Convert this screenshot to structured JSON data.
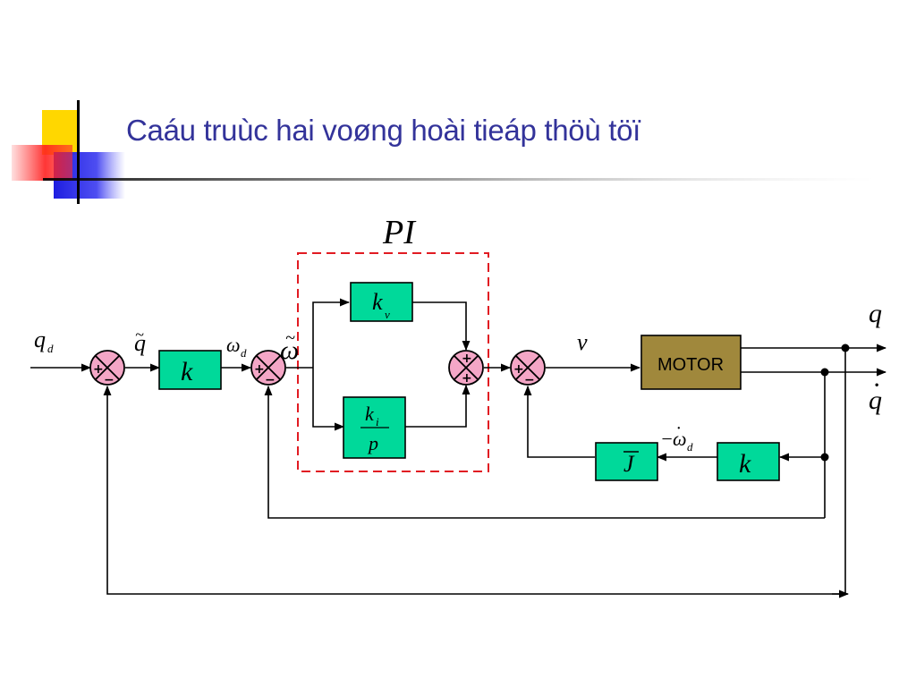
{
  "slide": {
    "title": "Caáu truùc hai voøng hoài tieáp thöù töï"
  },
  "diagram": {
    "pi_label": "PI",
    "motor_label": "MOTOR",
    "signals": {
      "qd": "q",
      "qd_sub": "d",
      "q_tilde": "q",
      "tilde_mark": "~",
      "omega_d": "ω",
      "omega_d_sub": "d",
      "omega_tilde": "ω",
      "v": "v",
      "q_out": "q",
      "q_dot_out": "q",
      "dot_mark": "·",
      "neg_omega_dot_d_prefix": "−",
      "neg_omega_dot_d": "ω",
      "neg_omega_dot_d_sub": "d"
    },
    "blocks": {
      "k_outer": "k",
      "kv": "k",
      "kv_sub": "v",
      "ki_num": "k",
      "ki_num_sub": "i",
      "ki_den": "p",
      "j_bar": "J",
      "bar_mark": "‾",
      "k_feedback": "k"
    },
    "summer_signs": {
      "s1_left": "+",
      "s1_bottom": "−",
      "s2_left": "+",
      "s2_bottom": "−",
      "s3_top": "+",
      "s3_bottom": "+",
      "s4_left": "+",
      "s4_bottom": "−"
    },
    "colors": {
      "block_fill": "#00d99a",
      "motor_fill": "#a0883c",
      "summer_fill": "#f4a6c6",
      "pi_border": "#e11b22",
      "title_color": "#33339a"
    }
  }
}
